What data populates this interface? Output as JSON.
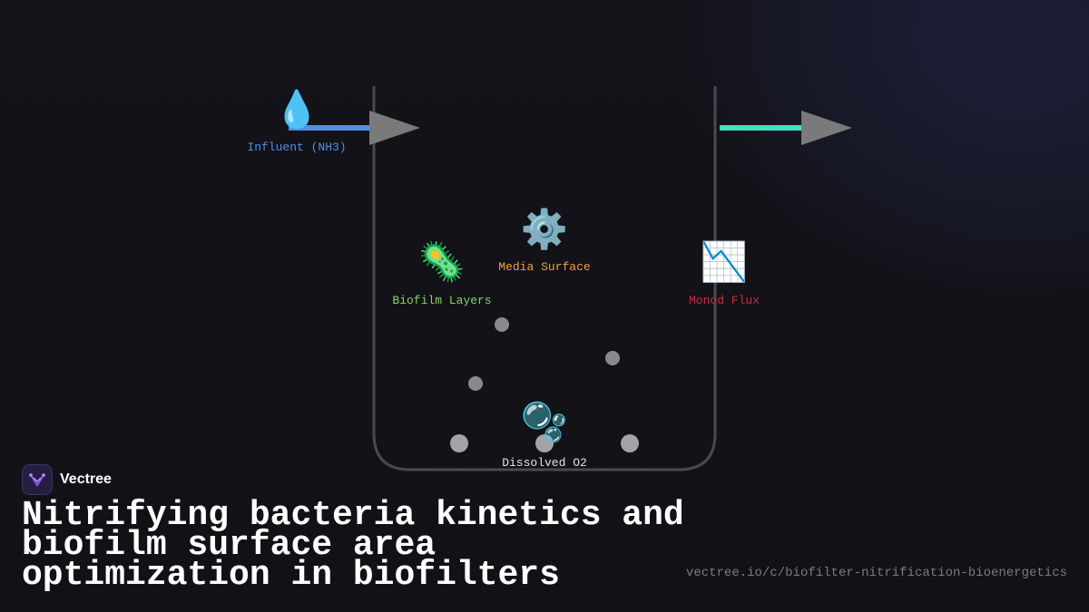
{
  "diagram": {
    "influent": {
      "icon": "water-drop-icon",
      "glyph": "💧",
      "label": "Influent (NH3)",
      "color": "#4f8fe6"
    },
    "effluent": {
      "color": "#44dfc0"
    },
    "media": {
      "icon": "gear-icon",
      "glyph": "⚙️",
      "label": "Media Surface",
      "color": "#f0a040"
    },
    "biofilm": {
      "icon": "bacteria-icon",
      "glyph": "🦠",
      "label": "Biofilm Layers",
      "color": "#7ed957"
    },
    "monod": {
      "icon": "chart-decreasing-icon",
      "glyph": "📉",
      "label": "Monod Flux",
      "color": "#d6283a"
    },
    "oxygen": {
      "icon": "bubbles-icon",
      "glyph": "🫧",
      "label": "Dissolved O2",
      "color": "#e6e6e6"
    },
    "arrow_head_color": "#7a7a7a",
    "tank_color": "#4a4a4e",
    "particle_color": "#8a8a8e"
  },
  "brand": {
    "name": "Vectree",
    "logo_icon": "vectree-logo-icon"
  },
  "title": "Nitrifying bacteria kinetics and biofilm surface area optimization in biofilters",
  "url": "vectree.io/c/biofilter-nitrification-bioenergetics"
}
